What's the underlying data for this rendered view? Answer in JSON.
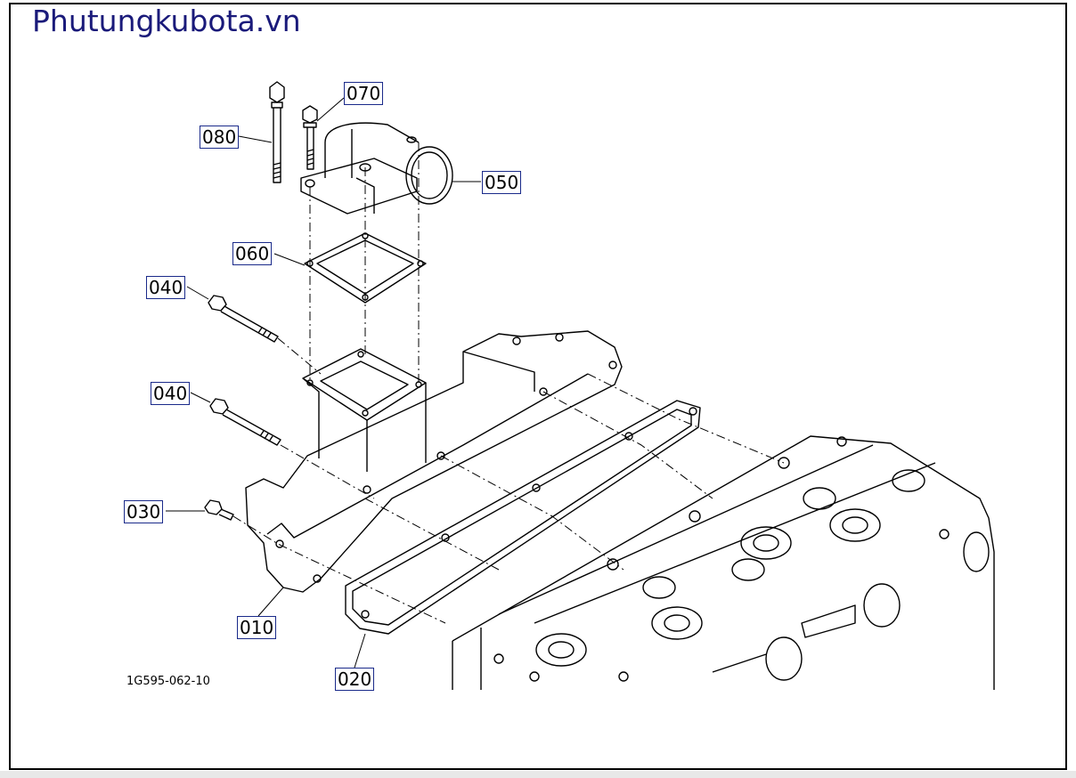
{
  "brand": "Phutungkubota.vn",
  "drawing_code": "1G595-062-10",
  "callouts": [
    {
      "id": "080",
      "label": "080"
    },
    {
      "id": "070",
      "label": "070"
    },
    {
      "id": "050",
      "label": "050"
    },
    {
      "id": "060",
      "label": "060"
    },
    {
      "id": "040a",
      "label": "040"
    },
    {
      "id": "040b",
      "label": "040"
    },
    {
      "id": "030",
      "label": "030"
    },
    {
      "id": "010",
      "label": "010"
    },
    {
      "id": "020",
      "label": "020"
    }
  ],
  "colors": {
    "line": "#000000",
    "callout_border": "#1a2a8a",
    "brand": "#1a1a7a"
  }
}
